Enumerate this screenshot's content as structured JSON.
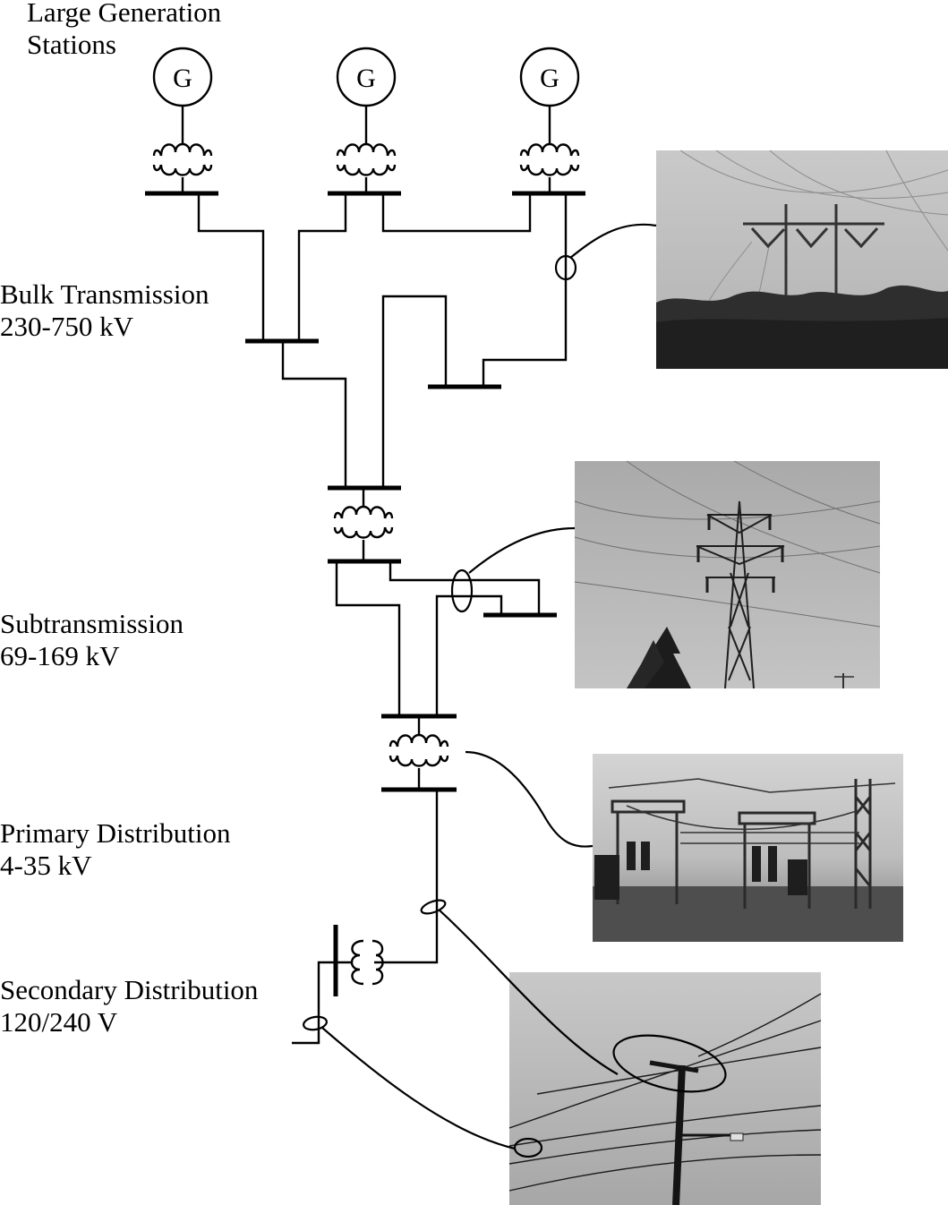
{
  "labels": {
    "generation": [
      "Large Generation",
      "Stations"
    ],
    "bulk": [
      "Bulk Transmission",
      "230-750 kV"
    ],
    "subtransmission": [
      "Subtransmission",
      "69-169 kV"
    ],
    "primary": [
      "Primary Distribution",
      "4-35 kV"
    ],
    "secondary": [
      "Secondary Distribution",
      "120/240 V"
    ]
  },
  "generator_symbol": "G",
  "photos": [
    {
      "name": "bulk-transmission-tower-photo",
      "subject": "transmission towers on a hill"
    },
    {
      "name": "subtransmission-tower-photo",
      "subject": "lattice steel tower"
    },
    {
      "name": "substation-photo",
      "subject": "distribution substation"
    },
    {
      "name": "distribution-pole-photo",
      "subject": "utility pole with lines"
    }
  ]
}
